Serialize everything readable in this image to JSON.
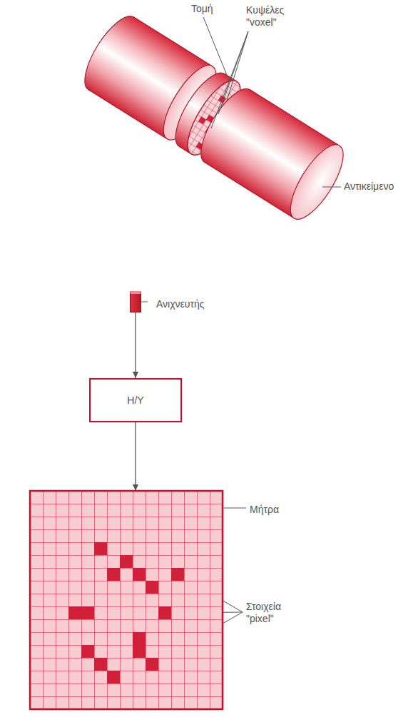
{
  "diagram": {
    "nodes": [
      {
        "text": [
          "Ανιχνευτής"
        ]
      },
      {
        "text": [
          "Η/Υ"
        ]
      },
      {
        "text": [
          "Μήτρα"
        ]
      }
    ],
    "edges": [
      {
        "from": 0,
        "to": 1,
        "arrow": "to"
      },
      {
        "from": 1,
        "to": 2,
        "arrow": "to"
      }
    ],
    "labels": [
      "Τομή",
      "Κυψέλες \"voxel\"",
      "Αντικείμενο",
      "Στοιχεία \"pixel\""
    ]
  }
}
